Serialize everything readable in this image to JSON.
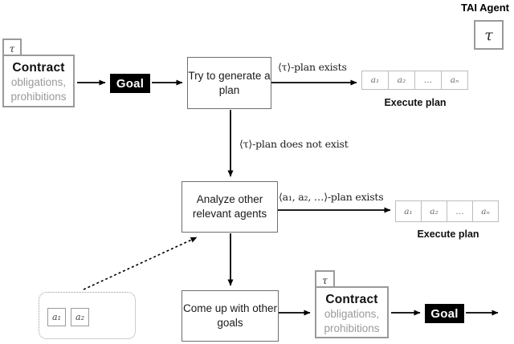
{
  "colors": {
    "accent_black": "#000000",
    "plan_box_border": "#6e6e6e",
    "contract_border": "#9a9a9a",
    "muted_text": "#9a9a9a",
    "cell_border": "#bcbcbc"
  },
  "agent": {
    "label": "TAI Agent",
    "symbol": "τ"
  },
  "contract1": {
    "tab_symbol": "τ",
    "title": "Contract",
    "line1": "obligations,",
    "line2": "prohibitions"
  },
  "goal1_label": "Goal",
  "try_box_label": "Try to generate a plan",
  "edge_labels": {
    "tau_plan_exists": "⟨τ⟩-plan exists",
    "tau_plan_not_exist": "⟨τ⟩-plan does not exist",
    "multi_plan_exists": "⟨a₁, a₂, …⟩-plan exists"
  },
  "execute1": {
    "cells": [
      "a₁",
      "a₂",
      "…",
      "aₙ"
    ],
    "label": "Execute plan"
  },
  "analyze_box_label": "Analyze other relevant agents",
  "execute2": {
    "cells": [
      "a₁",
      "a₂",
      "…",
      "aₙ"
    ],
    "label": "Execute plan"
  },
  "agent_pool": {
    "cells": [
      "a₁",
      "a₂"
    ]
  },
  "comeup_box_label": "Come up with other goals",
  "contract2": {
    "tab_symbol": "τ",
    "title": "Contract",
    "line1": "obligations,",
    "line2": "prohibitions"
  },
  "goal2_label": "Goal"
}
